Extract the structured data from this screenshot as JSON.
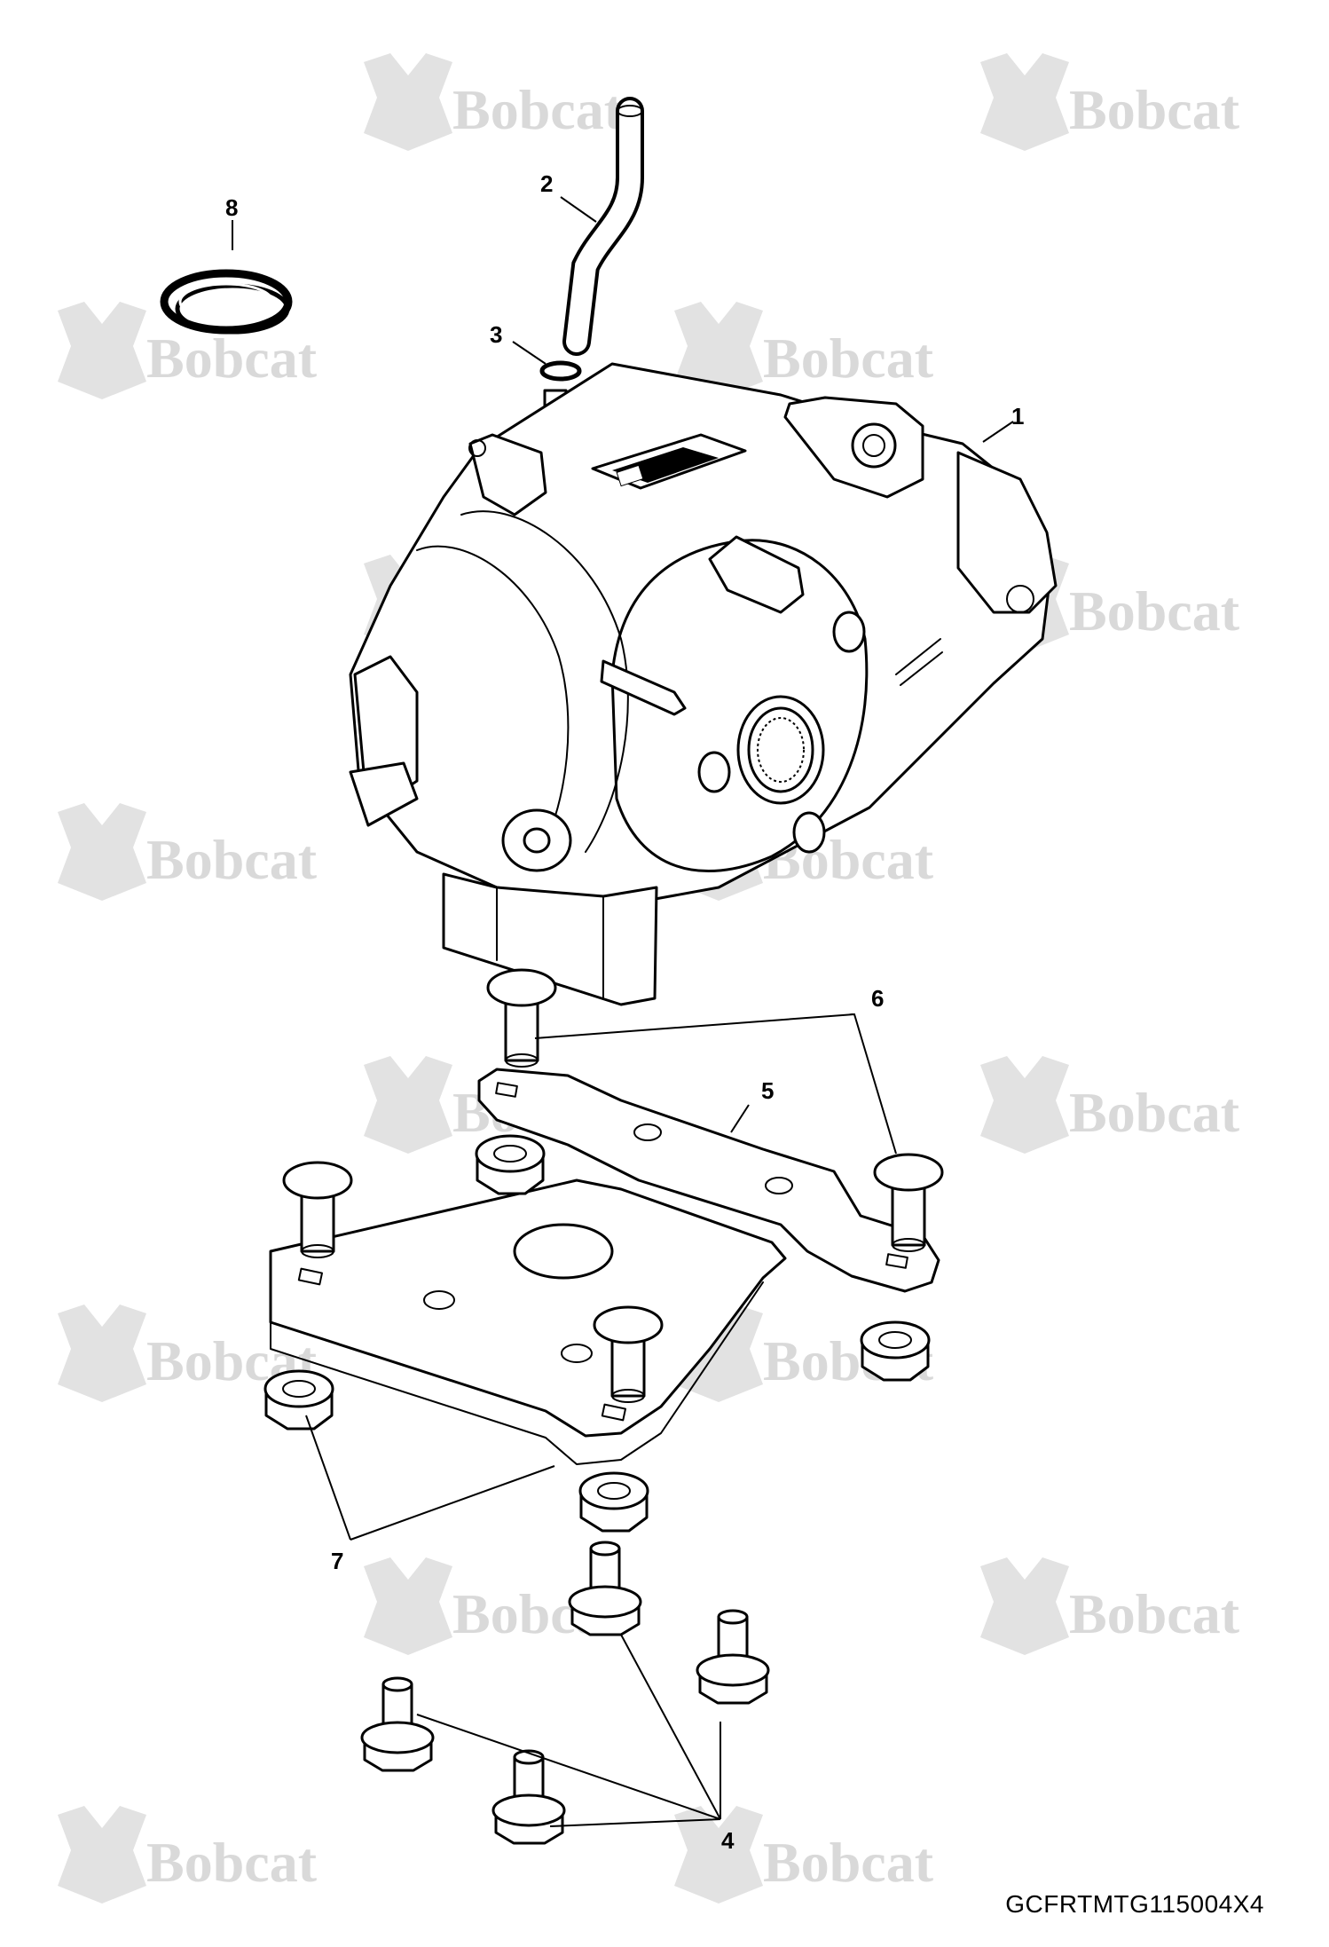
{
  "watermark": {
    "text": "Bobcat",
    "color": "#d9d9d9"
  },
  "callouts": [
    "1",
    "2",
    "3",
    "4",
    "5",
    "6",
    "7",
    "8"
  ],
  "drawing_code": "GCFRTMTG115004X4",
  "icons": [
    "bobcat-logo-watermark"
  ]
}
